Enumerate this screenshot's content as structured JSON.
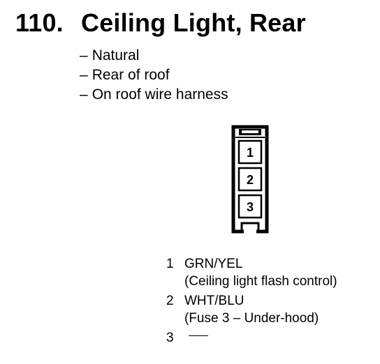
{
  "heading": {
    "number": "110.",
    "title": "Ceiling Light, Rear"
  },
  "specs": [
    {
      "dash": "–",
      "text": "Natural"
    },
    {
      "dash": "–",
      "text": "Rear of roof"
    },
    {
      "dash": "–",
      "text": "On roof wire harness"
    }
  ],
  "connector": {
    "cavities": [
      "1",
      "2",
      "3"
    ]
  },
  "pins": [
    {
      "number": "1",
      "wire": "GRN/YEL",
      "description": "(Ceiling light flash control)"
    },
    {
      "number": "2",
      "wire": "WHT/BLU",
      "description": "(Fuse 3 – Under-hood)"
    },
    {
      "number": "3",
      "wire": "",
      "description": ""
    }
  ]
}
